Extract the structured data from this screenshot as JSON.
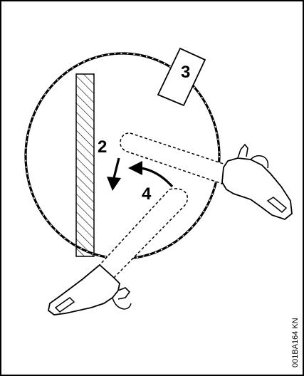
{
  "labels": {
    "wedge": "3",
    "first_cut": "2",
    "second_cut": "4"
  },
  "figure_code": "001BA164 KN",
  "colors": {
    "ink": "#000000",
    "background": "#ffffff"
  }
}
